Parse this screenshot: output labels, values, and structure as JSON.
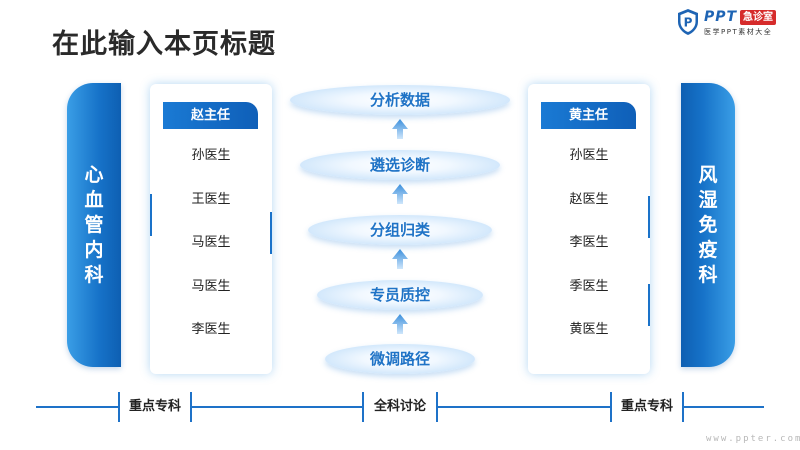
{
  "title": "在此输入本页标题",
  "logo": {
    "brand": "PPT",
    "badge": "急诊室",
    "subtitle": "医学PPT素材大全"
  },
  "left_department": "心血管内科",
  "right_department": "风湿免疫科",
  "left_card": {
    "head": "赵主任",
    "doctors": [
      "孙医生",
      "王医生",
      "马医生",
      "马医生",
      "李医生"
    ]
  },
  "right_card": {
    "head": "黄主任",
    "doctors": [
      "孙医生",
      "赵医生",
      "李医生",
      "季医生",
      "黄医生"
    ]
  },
  "steps": [
    "分析数据",
    "遴选诊断",
    "分组归类",
    "专员质控",
    "微调路径"
  ],
  "bottom_labels": [
    "重点专科",
    "全科讨论",
    "重点专科"
  ],
  "watermark": "www.ppter.com",
  "colors": {
    "primary": "#1672c8",
    "accent": "#d62b2b",
    "step_text": "#1f73c6"
  }
}
